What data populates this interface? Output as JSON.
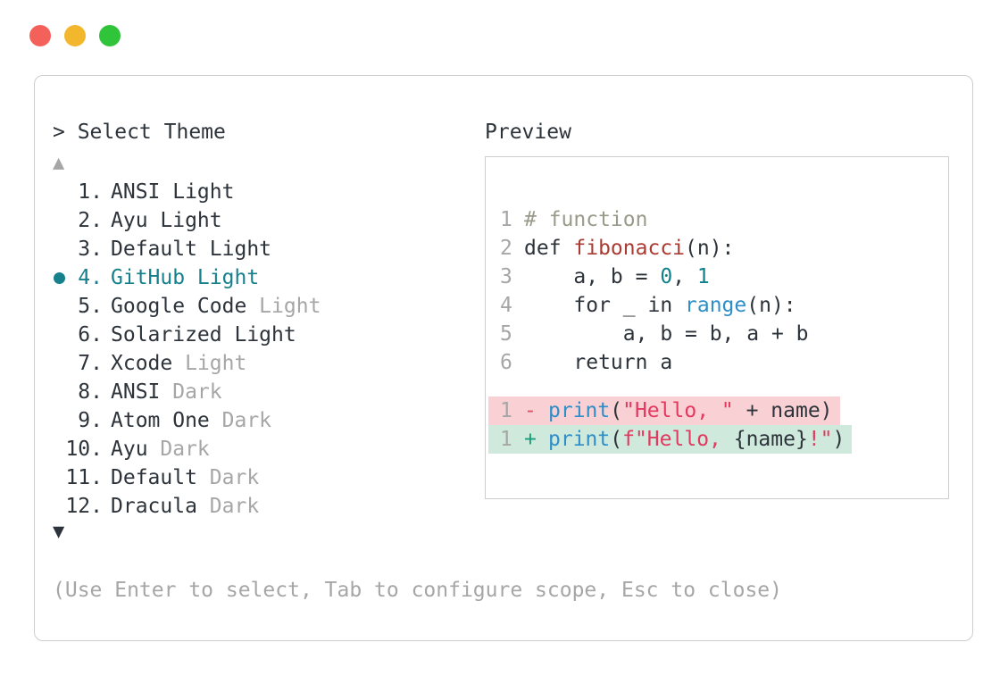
{
  "window": {
    "traffic_lights": [
      {
        "name": "close",
        "color": "#f4615b"
      },
      {
        "name": "minimize",
        "color": "#f3b72e"
      },
      {
        "name": "maximize",
        "color": "#2fc43a"
      }
    ]
  },
  "header": {
    "title": "> Select Theme"
  },
  "theme_list": {
    "scroll_up_icon": "▲",
    "scroll_down_icon": "▼",
    "items": [
      {
        "num": "1.",
        "name": "ANSI Light",
        "suffix": "",
        "selected": false
      },
      {
        "num": "2.",
        "name": "Ayu Light",
        "suffix": "",
        "selected": false
      },
      {
        "num": "3.",
        "name": "Default Light",
        "suffix": "",
        "selected": false
      },
      {
        "num": "4.",
        "name": "GitHub Light",
        "suffix": "",
        "selected": true
      },
      {
        "num": "5.",
        "name": "Google Code",
        "suffix": "Light",
        "selected": false
      },
      {
        "num": "6.",
        "name": "Solarized Light",
        "suffix": "",
        "selected": false
      },
      {
        "num": "7.",
        "name": "Xcode",
        "suffix": "Light",
        "selected": false
      },
      {
        "num": "8.",
        "name": "ANSI",
        "suffix": "Dark",
        "selected": false
      },
      {
        "num": "9.",
        "name": "Atom One",
        "suffix": "Dark",
        "selected": false
      },
      {
        "num": "10.",
        "name": "Ayu",
        "suffix": "Dark",
        "selected": false
      },
      {
        "num": "11.",
        "name": "Default",
        "suffix": "Dark",
        "selected": false
      },
      {
        "num": "12.",
        "name": "Dracula",
        "suffix": "Dark",
        "selected": false
      }
    ]
  },
  "preview": {
    "label": "Preview",
    "code_lines": [
      {
        "num": "1",
        "tokens": [
          {
            "text": "# function",
            "style": "comment"
          }
        ]
      },
      {
        "num": "2",
        "tokens": [
          {
            "text": "def ",
            "style": "code"
          },
          {
            "text": "fibonacci",
            "style": "function"
          },
          {
            "text": "(n):",
            "style": "code"
          }
        ]
      },
      {
        "num": "3",
        "tokens": [
          {
            "text": "    a, b = ",
            "style": "code"
          },
          {
            "text": "0",
            "style": "number"
          },
          {
            "text": ", ",
            "style": "code"
          },
          {
            "text": "1",
            "style": "number"
          }
        ]
      },
      {
        "num": "4",
        "tokens": [
          {
            "text": "    for _ in ",
            "style": "code"
          },
          {
            "text": "range",
            "style": "builtin"
          },
          {
            "text": "(n):",
            "style": "code"
          }
        ]
      },
      {
        "num": "5",
        "tokens": [
          {
            "text": "        a, b = b, a + b",
            "style": "code"
          }
        ]
      },
      {
        "num": "6",
        "tokens": [
          {
            "text": "    return a",
            "style": "code"
          }
        ]
      }
    ],
    "diff_lines": [
      {
        "num": "1",
        "sign": "-",
        "type": "removed",
        "tokens": [
          {
            "text": "print",
            "style": "builtin"
          },
          {
            "text": "(",
            "style": "code"
          },
          {
            "text": "\"Hello, \"",
            "style": "string"
          },
          {
            "text": " + name)",
            "style": "code"
          }
        ]
      },
      {
        "num": "1",
        "sign": "+",
        "type": "added",
        "tokens": [
          {
            "text": "print",
            "style": "builtin"
          },
          {
            "text": "(",
            "style": "code"
          },
          {
            "text": "f\"Hello, ",
            "style": "string"
          },
          {
            "text": "{name}",
            "style": "code"
          },
          {
            "text": "!\"",
            "style": "string"
          },
          {
            "text": ")",
            "style": "code"
          }
        ]
      }
    ]
  },
  "footer": {
    "hint": "(Use Enter to select, Tab to configure scope, Esc to close)"
  },
  "colors": {
    "accent_teal": "#16808c",
    "text_dark": "#2d333a",
    "text_gray": "#a6a6a6",
    "comment": "#9a9a8b",
    "function_red": "#a93b32",
    "number_teal": "#10808d",
    "builtin_blue": "#2e8ec7",
    "string_crimson": "#e2395f",
    "diff_removed_bg": "#f9d0d3",
    "diff_added_bg": "#cfe9dc",
    "diff_minus": "#e04f63",
    "diff_plus": "#189e7a",
    "border": "#cdcdcd",
    "traffic_red": "#f4615b",
    "traffic_yellow": "#f3b72e",
    "traffic_green": "#2fc43a"
  }
}
